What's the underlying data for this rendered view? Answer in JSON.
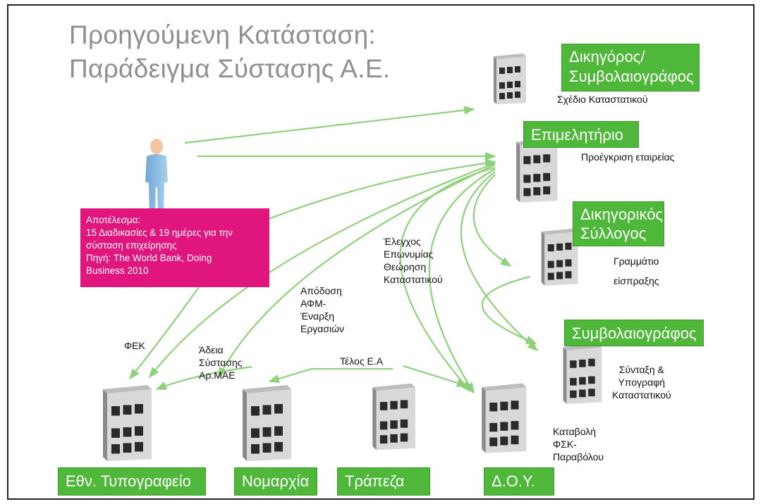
{
  "title": {
    "line1": "Προηγούμενη Κατάσταση:",
    "line2": "Παράδειγμα Σύστασης Α.Ε."
  },
  "result_box": {
    "line1": "Αποτέλεσμα:",
    "line2": "15 Διαδικασίες & 19 ημέρες για την",
    "line3": "σύσταση επιχείρησης",
    "line4": "Πηγή: The World Bank, Doing",
    "line5": "Business 2010"
  },
  "nodes": {
    "lawyer": {
      "line1": "Δικηγόρος/",
      "line2": "Συμβολαιογράφος",
      "note": "Σχέδιο Καταστατικού"
    },
    "chamber": {
      "label": "Επιμελητήριο",
      "note": "Προέγκριση εταιρείας"
    },
    "bar": {
      "line1": "Δικηγορικός",
      "line2": "Σύλλογος",
      "note1": "Γραμμάτιο",
      "note2": "είσπραξης"
    },
    "notary": {
      "label": "Συμβολαιογράφος",
      "note1": "Σύνταξη &",
      "note2": "Υπογραφή",
      "note3": "Καταστατικού"
    },
    "printing": {
      "label": "Εθν. Τυπογραφείο"
    },
    "prefecture": {
      "label": "Νομαρχία"
    },
    "bank": {
      "label": "Τράπεζα"
    },
    "tax": {
      "label": "Δ.Ο.Υ.",
      "note1": "Καταβολή",
      "note2": "ΦΣΚ-",
      "note3": "Παραβόλου"
    }
  },
  "edge_labels": {
    "check1": "Έλεγχος",
    "check2": "Επωνυμίας",
    "check3": "Θεώρηση",
    "check4": "Καταστατικού",
    "afm1": "Απόδοση",
    "afm2": "ΑΦΜ-",
    "afm3": "Έναρξη",
    "afm4": "Εργασιών",
    "fek": "ΦΕΚ",
    "permit1": "Άδεια",
    "permit2": "Σύστασης",
    "permit3": "Αρ.ΜΑΕ",
    "fee": "Τέλος Ε.Α"
  },
  "colors": {
    "green": "#4fb83a",
    "magenta": "#e0157d",
    "title_gray": "#8f8f8f",
    "arrow": "#8fd07a"
  },
  "icons": {
    "building": "office-building-icon",
    "person": "person-icon"
  }
}
